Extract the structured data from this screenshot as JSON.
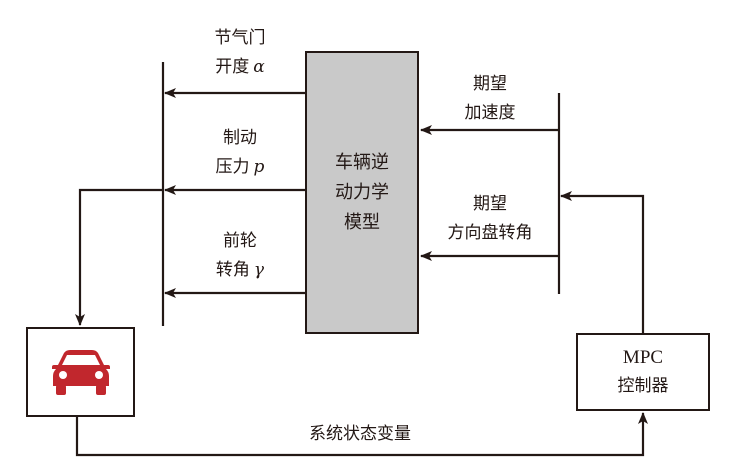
{
  "diagram": {
    "colors": {
      "line": "#231815",
      "model_fill": "#c9c9c9",
      "car_icon": "#c1272d",
      "background": "#ffffff"
    },
    "model_block": {
      "lines": [
        "车辆逆",
        "动力学",
        "模型"
      ]
    },
    "outputs": [
      {
        "line1": "节气门",
        "line2": "开度",
        "symbol": "α"
      },
      {
        "line1": "制动",
        "line2": "压力",
        "symbol": "p"
      },
      {
        "line1": "前轮",
        "line2": "转角",
        "symbol": "γ"
      }
    ],
    "inputs": [
      {
        "line1": "期望",
        "line2": "加速度"
      },
      {
        "line1": "期望",
        "line2": "方向盘转角"
      }
    ],
    "vehicle_block": {
      "icon": "car-icon"
    },
    "controller_block": {
      "line1": "MPC",
      "line2": "控制器"
    },
    "feedback_label": "系统状态变量"
  }
}
